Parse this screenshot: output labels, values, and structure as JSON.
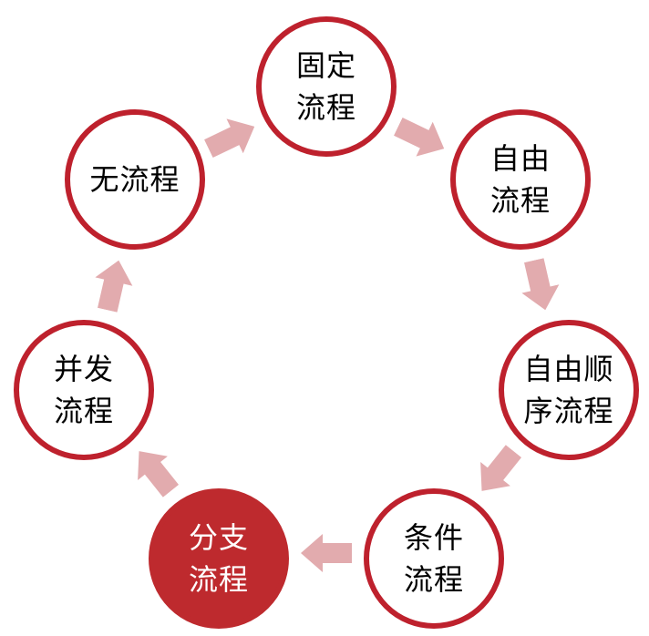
{
  "diagram": {
    "type": "cycle",
    "nodes": [
      {
        "id": "fixed-process",
        "label": "固定流程",
        "lines": [
          "固定",
          "流程"
        ],
        "filled": false
      },
      {
        "id": "free-process",
        "label": "自由流程",
        "lines": [
          "自由",
          "流程"
        ],
        "filled": false
      },
      {
        "id": "free-sequence-process",
        "label": "自由顺序流程",
        "lines": [
          "自由顺",
          "序流程"
        ],
        "filled": false
      },
      {
        "id": "condition-process",
        "label": "条件流程",
        "lines": [
          "条件",
          "流程"
        ],
        "filled": false
      },
      {
        "id": "branch-process",
        "label": "分支流程",
        "lines": [
          "分支",
          "流程"
        ],
        "filled": true
      },
      {
        "id": "concurrent-process",
        "label": "并发流程",
        "lines": [
          "并发",
          "流程"
        ],
        "filled": false
      },
      {
        "id": "no-process",
        "label": "无流程",
        "lines": [
          "无流程"
        ],
        "filled": false
      }
    ],
    "flow_order": [
      "固定流程",
      "自由流程",
      "自由顺序流程",
      "条件流程",
      "分支流程",
      "并发流程",
      "无流程"
    ],
    "flow_direction": "clockwise"
  },
  "colors": {
    "background": "#ffffff",
    "node-border": "#be212d",
    "node-fill": "#be2a2e",
    "node-text": "#000000",
    "node-filled-text": "#ffffff",
    "arrow": "#e2abae"
  }
}
